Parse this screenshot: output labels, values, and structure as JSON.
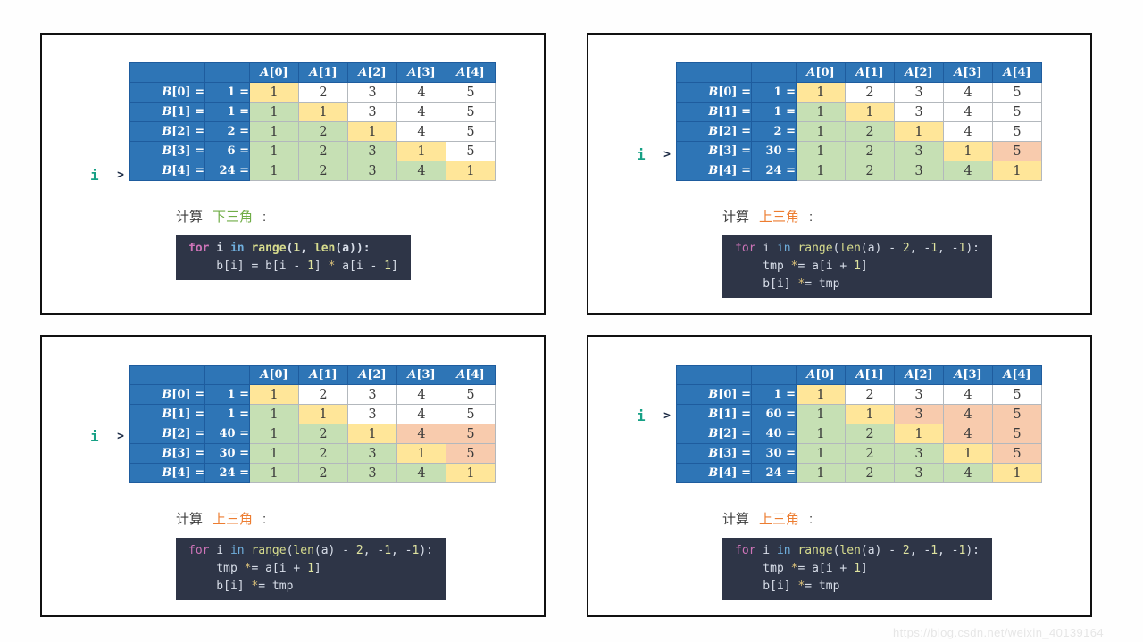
{
  "watermark": "https://blog.csdn.net/weixin_40139164",
  "marker": {
    "symbol": "i",
    "arrow": ">"
  },
  "columns": [
    {
      "v": "A",
      "s": "[0]"
    },
    {
      "v": "A",
      "s": "[1]"
    },
    {
      "v": "A",
      "s": "[2]"
    },
    {
      "v": "A",
      "s": "[3]"
    },
    {
      "v": "A",
      "s": "[4]"
    }
  ],
  "colors": {
    "table_blue": "#2E75B6",
    "blue_line": "#1E5C9E",
    "grid_line": "#B3B8BD",
    "cell_yellow": "#FFE699",
    "cell_green": "#C6E0B4",
    "cell_orange": "#F8CBAD",
    "cell_white": "#FFFFFF",
    "digit_text": "#3B3B3B",
    "marker_teal": "#16A085",
    "marker_arrow": "#1B2A44",
    "caption_text": "#3D3D3D",
    "green_accent": "#70AD47",
    "orange_accent": "#ED7D31",
    "code_bg": "#2E3547",
    "code_plain": "#D8DEE9",
    "code_kw1": "#CE74B8",
    "code_kw2": "#6FAEDC",
    "code_fn": "#D7DC8D",
    "code_num": "#DFE3A0",
    "code_op": "#DCC27A",
    "watermark_gray": "#E6E6E6"
  },
  "panels": [
    {
      "name": "top-left",
      "marker_row": 4,
      "rows": [
        {
          "label_var": "B",
          "label_sub": "[0] =",
          "value": "1 =",
          "cells": [
            [
              "1",
              "y"
            ],
            [
              "2",
              "w"
            ],
            [
              "3",
              "w"
            ],
            [
              "4",
              "w"
            ],
            [
              "5",
              "w"
            ]
          ]
        },
        {
          "label_var": "B",
          "label_sub": "[1] =",
          "value": "1 =",
          "cells": [
            [
              "1",
              "g"
            ],
            [
              "1",
              "y"
            ],
            [
              "3",
              "w"
            ],
            [
              "4",
              "w"
            ],
            [
              "5",
              "w"
            ]
          ]
        },
        {
          "label_var": "B",
          "label_sub": "[2] =",
          "value": "2 =",
          "cells": [
            [
              "1",
              "g"
            ],
            [
              "2",
              "g"
            ],
            [
              "1",
              "y"
            ],
            [
              "4",
              "w"
            ],
            [
              "5",
              "w"
            ]
          ]
        },
        {
          "label_var": "B",
          "label_sub": "[3] =",
          "value": "6 =",
          "cells": [
            [
              "1",
              "g"
            ],
            [
              "2",
              "g"
            ],
            [
              "3",
              "g"
            ],
            [
              "1",
              "y"
            ],
            [
              "5",
              "w"
            ]
          ]
        },
        {
          "label_var": "B",
          "label_sub": "[4] =",
          "value": "24 =",
          "cells": [
            [
              "1",
              "g"
            ],
            [
              "2",
              "g"
            ],
            [
              "3",
              "g"
            ],
            [
              "4",
              "g"
            ],
            [
              "1",
              "y"
            ]
          ]
        }
      ],
      "caption": {
        "prefix": "计算",
        "highlight": "下三角",
        "colon": ":",
        "tone": "green"
      },
      "code": {
        "lines": [
          {
            "bold": true,
            "tokens": [
              [
                "kw1",
                "for"
              ],
              [
                "pl",
                " i "
              ],
              [
                "kw2",
                "in"
              ],
              [
                "pl",
                " "
              ],
              [
                "fn",
                "range"
              ],
              [
                "pl",
                "("
              ],
              [
                "num",
                "1"
              ],
              [
                "pl",
                ", "
              ],
              [
                "fn",
                "len"
              ],
              [
                "pl",
                "(a)):"
              ]
            ]
          },
          {
            "bold": false,
            "tokens": [
              [
                "pl",
                "    b[i] = b[i - "
              ],
              [
                "num",
                "1"
              ],
              [
                "pl",
                "] "
              ],
              [
                "op",
                "*"
              ],
              [
                "pl",
                " a[i - "
              ],
              [
                "num",
                "1"
              ],
              [
                "pl",
                "]"
              ]
            ]
          }
        ]
      }
    },
    {
      "name": "top-right",
      "marker_row": 3,
      "rows": [
        {
          "label_var": "B",
          "label_sub": "[0] =",
          "value": "1 =",
          "cells": [
            [
              "1",
              "y"
            ],
            [
              "2",
              "w"
            ],
            [
              "3",
              "w"
            ],
            [
              "4",
              "w"
            ],
            [
              "5",
              "w"
            ]
          ]
        },
        {
          "label_var": "B",
          "label_sub": "[1] =",
          "value": "1 =",
          "cells": [
            [
              "1",
              "g"
            ],
            [
              "1",
              "y"
            ],
            [
              "3",
              "w"
            ],
            [
              "4",
              "w"
            ],
            [
              "5",
              "w"
            ]
          ]
        },
        {
          "label_var": "B",
          "label_sub": "[2] =",
          "value": "2 =",
          "cells": [
            [
              "1",
              "g"
            ],
            [
              "2",
              "g"
            ],
            [
              "1",
              "y"
            ],
            [
              "4",
              "w"
            ],
            [
              "5",
              "w"
            ]
          ]
        },
        {
          "label_var": "B",
          "label_sub": "[3] =",
          "value": "30 =",
          "cells": [
            [
              "1",
              "g"
            ],
            [
              "2",
              "g"
            ],
            [
              "3",
              "g"
            ],
            [
              "1",
              "y"
            ],
            [
              "5",
              "o"
            ]
          ]
        },
        {
          "label_var": "B",
          "label_sub": "[4] =",
          "value": "24 =",
          "cells": [
            [
              "1",
              "g"
            ],
            [
              "2",
              "g"
            ],
            [
              "3",
              "g"
            ],
            [
              "4",
              "g"
            ],
            [
              "1",
              "y"
            ]
          ]
        }
      ],
      "caption": {
        "prefix": "计算",
        "highlight": "上三角",
        "colon": ":",
        "tone": "orange"
      },
      "code": {
        "lines": [
          {
            "bold": false,
            "tokens": [
              [
                "kw1",
                "for"
              ],
              [
                "pl",
                " i "
              ],
              [
                "kw2",
                "in"
              ],
              [
                "pl",
                " "
              ],
              [
                "fn",
                "range"
              ],
              [
                "pl",
                "("
              ],
              [
                "fn",
                "len"
              ],
              [
                "pl",
                "(a) - "
              ],
              [
                "num",
                "2"
              ],
              [
                "pl",
                ", -"
              ],
              [
                "num",
                "1"
              ],
              [
                "pl",
                ", -"
              ],
              [
                "num",
                "1"
              ],
              [
                "pl",
                "):"
              ]
            ]
          },
          {
            "bold": false,
            "tokens": [
              [
                "pl",
                "    tmp "
              ],
              [
                "op",
                "*"
              ],
              [
                "pl",
                "= a[i + "
              ],
              [
                "num",
                "1"
              ],
              [
                "pl",
                "]"
              ]
            ]
          },
          {
            "bold": false,
            "tokens": [
              [
                "pl",
                "    b[i] "
              ],
              [
                "op",
                "*"
              ],
              [
                "pl",
                "= tmp"
              ]
            ]
          }
        ]
      }
    },
    {
      "name": "bottom-left",
      "marker_row": 2,
      "rows": [
        {
          "label_var": "B",
          "label_sub": "[0] =",
          "value": "1 =",
          "cells": [
            [
              "1",
              "y"
            ],
            [
              "2",
              "w"
            ],
            [
              "3",
              "w"
            ],
            [
              "4",
              "w"
            ],
            [
              "5",
              "w"
            ]
          ]
        },
        {
          "label_var": "B",
          "label_sub": "[1] =",
          "value": "1 =",
          "cells": [
            [
              "1",
              "g"
            ],
            [
              "1",
              "y"
            ],
            [
              "3",
              "w"
            ],
            [
              "4",
              "w"
            ],
            [
              "5",
              "w"
            ]
          ]
        },
        {
          "label_var": "B",
          "label_sub": "[2] =",
          "value": "40 =",
          "cells": [
            [
              "1",
              "g"
            ],
            [
              "2",
              "g"
            ],
            [
              "1",
              "y"
            ],
            [
              "4",
              "o"
            ],
            [
              "5",
              "o"
            ]
          ]
        },
        {
          "label_var": "B",
          "label_sub": "[3] =",
          "value": "30 =",
          "cells": [
            [
              "1",
              "g"
            ],
            [
              "2",
              "g"
            ],
            [
              "3",
              "g"
            ],
            [
              "1",
              "y"
            ],
            [
              "5",
              "o"
            ]
          ]
        },
        {
          "label_var": "B",
          "label_sub": "[4] =",
          "value": "24 =",
          "cells": [
            [
              "1",
              "g"
            ],
            [
              "2",
              "g"
            ],
            [
              "3",
              "g"
            ],
            [
              "4",
              "g"
            ],
            [
              "1",
              "y"
            ]
          ]
        }
      ],
      "caption": {
        "prefix": "计算",
        "highlight": "上三角",
        "colon": ":",
        "tone": "orange"
      },
      "code": {
        "lines": [
          {
            "bold": false,
            "tokens": [
              [
                "kw1",
                "for"
              ],
              [
                "pl",
                " i "
              ],
              [
                "kw2",
                "in"
              ],
              [
                "pl",
                " "
              ],
              [
                "fn",
                "range"
              ],
              [
                "pl",
                "("
              ],
              [
                "fn",
                "len"
              ],
              [
                "pl",
                "(a) - "
              ],
              [
                "num",
                "2"
              ],
              [
                "pl",
                ", -"
              ],
              [
                "num",
                "1"
              ],
              [
                "pl",
                ", -"
              ],
              [
                "num",
                "1"
              ],
              [
                "pl",
                "):"
              ]
            ]
          },
          {
            "bold": false,
            "tokens": [
              [
                "pl",
                "    tmp "
              ],
              [
                "op",
                "*"
              ],
              [
                "pl",
                "= a[i + "
              ],
              [
                "num",
                "1"
              ],
              [
                "pl",
                "]"
              ]
            ]
          },
          {
            "bold": false,
            "tokens": [
              [
                "pl",
                "    b[i] "
              ],
              [
                "op",
                "*"
              ],
              [
                "pl",
                "= tmp"
              ]
            ]
          }
        ]
      }
    },
    {
      "name": "bottom-right",
      "marker_row": 1,
      "rows": [
        {
          "label_var": "B",
          "label_sub": "[0] =",
          "value": "1 =",
          "cells": [
            [
              "1",
              "y"
            ],
            [
              "2",
              "w"
            ],
            [
              "3",
              "w"
            ],
            [
              "4",
              "w"
            ],
            [
              "5",
              "w"
            ]
          ]
        },
        {
          "label_var": "B",
          "label_sub": "[1] =",
          "value": "60 =",
          "cells": [
            [
              "1",
              "g"
            ],
            [
              "1",
              "y"
            ],
            [
              "3",
              "o"
            ],
            [
              "4",
              "o"
            ],
            [
              "5",
              "o"
            ]
          ]
        },
        {
          "label_var": "B",
          "label_sub": "[2] =",
          "value": "40 =",
          "cells": [
            [
              "1",
              "g"
            ],
            [
              "2",
              "g"
            ],
            [
              "1",
              "y"
            ],
            [
              "4",
              "o"
            ],
            [
              "5",
              "o"
            ]
          ]
        },
        {
          "label_var": "B",
          "label_sub": "[3] =",
          "value": "30 =",
          "cells": [
            [
              "1",
              "g"
            ],
            [
              "2",
              "g"
            ],
            [
              "3",
              "g"
            ],
            [
              "1",
              "y"
            ],
            [
              "5",
              "o"
            ]
          ]
        },
        {
          "label_var": "B",
          "label_sub": "[4] =",
          "value": "24 =",
          "cells": [
            [
              "1",
              "g"
            ],
            [
              "2",
              "g"
            ],
            [
              "3",
              "g"
            ],
            [
              "4",
              "g"
            ],
            [
              "1",
              "y"
            ]
          ]
        }
      ],
      "caption": {
        "prefix": "计算",
        "highlight": "上三角",
        "colon": ":",
        "tone": "orange"
      },
      "code": {
        "lines": [
          {
            "bold": false,
            "tokens": [
              [
                "kw1",
                "for"
              ],
              [
                "pl",
                " i "
              ],
              [
                "kw2",
                "in"
              ],
              [
                "pl",
                " "
              ],
              [
                "fn",
                "range"
              ],
              [
                "pl",
                "("
              ],
              [
                "fn",
                "len"
              ],
              [
                "pl",
                "(a) - "
              ],
              [
                "num",
                "2"
              ],
              [
                "pl",
                ", -"
              ],
              [
                "num",
                "1"
              ],
              [
                "pl",
                ", -"
              ],
              [
                "num",
                "1"
              ],
              [
                "pl",
                "):"
              ]
            ]
          },
          {
            "bold": false,
            "tokens": [
              [
                "pl",
                "    tmp "
              ],
              [
                "op",
                "*"
              ],
              [
                "pl",
                "= a[i + "
              ],
              [
                "num",
                "1"
              ],
              [
                "pl",
                "]"
              ]
            ]
          },
          {
            "bold": false,
            "tokens": [
              [
                "pl",
                "    b[i] "
              ],
              [
                "op",
                "*"
              ],
              [
                "pl",
                "= tmp"
              ]
            ]
          }
        ]
      }
    }
  ]
}
